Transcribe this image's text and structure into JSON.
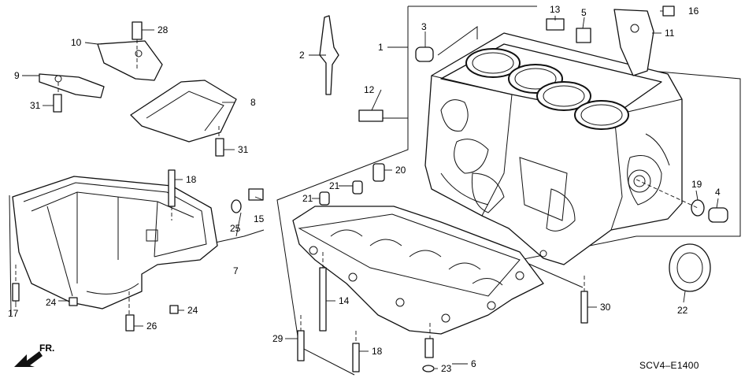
{
  "diagram_code": "SCV4–E1400",
  "front_indicator": "FR.",
  "callouts": {
    "c1": "1",
    "c2": "2",
    "c3": "3",
    "c4": "4",
    "c5": "5",
    "c6": "6",
    "c7": "7",
    "c8": "8",
    "c9": "9",
    "c10": "10",
    "c11": "11",
    "c12": "12",
    "c13": "13",
    "c14": "14",
    "c15": "15",
    "c16": "16",
    "c17": "17",
    "c18a": "18",
    "c18b": "18",
    "c19": "19",
    "c20": "20",
    "c21a": "21",
    "c21b": "21",
    "c22": "22",
    "c23": "23",
    "c24a": "24",
    "c24b": "24",
    "c25": "25",
    "c26": "26",
    "c28": "28",
    "c29": "29",
    "c30": "30",
    "c31a": "31",
    "c31b": "31"
  }
}
